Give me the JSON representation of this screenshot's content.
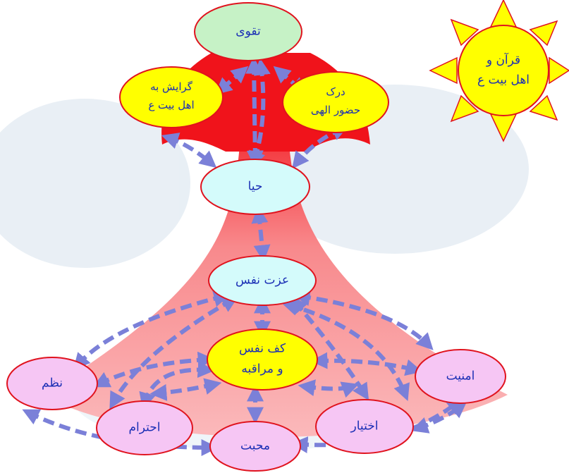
{
  "colors": {
    "node_green": "#c6f2c6",
    "node_yellow": "#ffff00",
    "node_cyan": "#d4fbfb",
    "node_pink": "#f6c6f4",
    "node_border": "#e0131e",
    "text": "#1b2fb5",
    "arrow": "#7b80d8",
    "mushroom_red": "#f0131b",
    "sun_yellow": "#ffff00"
  },
  "nodes": {
    "taqva": "تقوی",
    "gerayesh": [
      "گرایش به",
      "اهل بیت ع"
    ],
    "dark": [
      "درک",
      "حضور الهی"
    ],
    "haya": "حیا",
    "ezzat": "عزت نفس",
    "kaf": [
      "کف نفس",
      "و مراقبه"
    ],
    "nazm": "نظم",
    "ehteram": "احترام",
    "mahabbat": "محبت",
    "ekhtiar": "اختیار",
    "amniyat": "امنیت"
  },
  "sun": {
    "label": [
      "قرآن و",
      "اهل بیت ع"
    ]
  }
}
